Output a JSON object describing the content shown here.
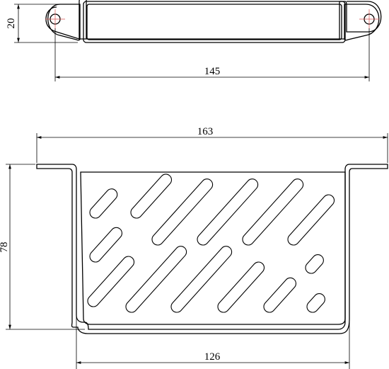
{
  "views": {
    "top": {
      "height_label": "20",
      "width_label": "145"
    },
    "front": {
      "overall_width_label": "163",
      "height_label": "78",
      "inner_width_label": "126"
    }
  },
  "colors": {
    "line": "#000000",
    "centerline": "#d9534f",
    "background": "#ffffff"
  }
}
